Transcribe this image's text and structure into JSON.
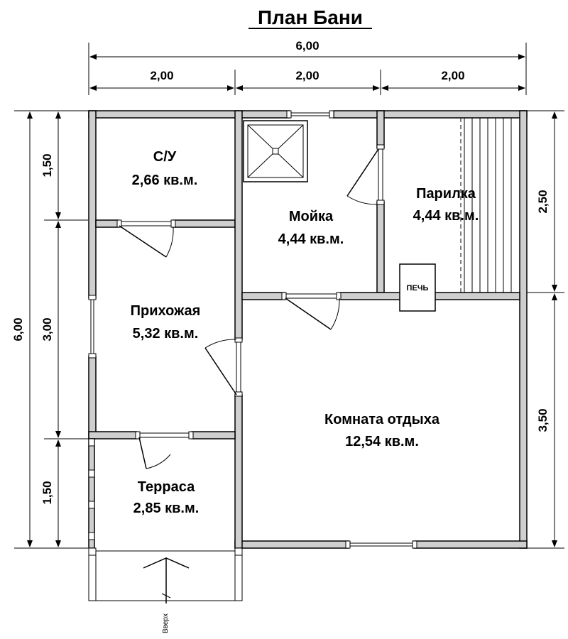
{
  "title": "План Бани",
  "dimensions": {
    "top_total": "6,00",
    "top_seg1": "2,00",
    "top_seg2": "2,00",
    "top_seg3": "2,00",
    "left_total": "6,00",
    "left_seg1": "1,50",
    "left_seg2": "3,00",
    "left_seg3": "1,50",
    "right_seg1": "2,50",
    "right_seg2": "3,50"
  },
  "rooms": {
    "su": {
      "name": "С/У",
      "area": "2,66 кв.м."
    },
    "moika": {
      "name": "Мойка",
      "area": "4,44 кв.м."
    },
    "parilka": {
      "name": "Парилка",
      "area": "4,44 кв.м."
    },
    "prihozhaya": {
      "name": "Прихожая",
      "area": "5,32 кв.м."
    },
    "komnata": {
      "name": "Комната отдыха",
      "area": "12,54 кв.м."
    },
    "terrasa": {
      "name": "Терраса",
      "area": "2,85 кв.м."
    }
  },
  "stove_label": "ПЕЧЬ",
  "stairs_label": "Вверх"
}
